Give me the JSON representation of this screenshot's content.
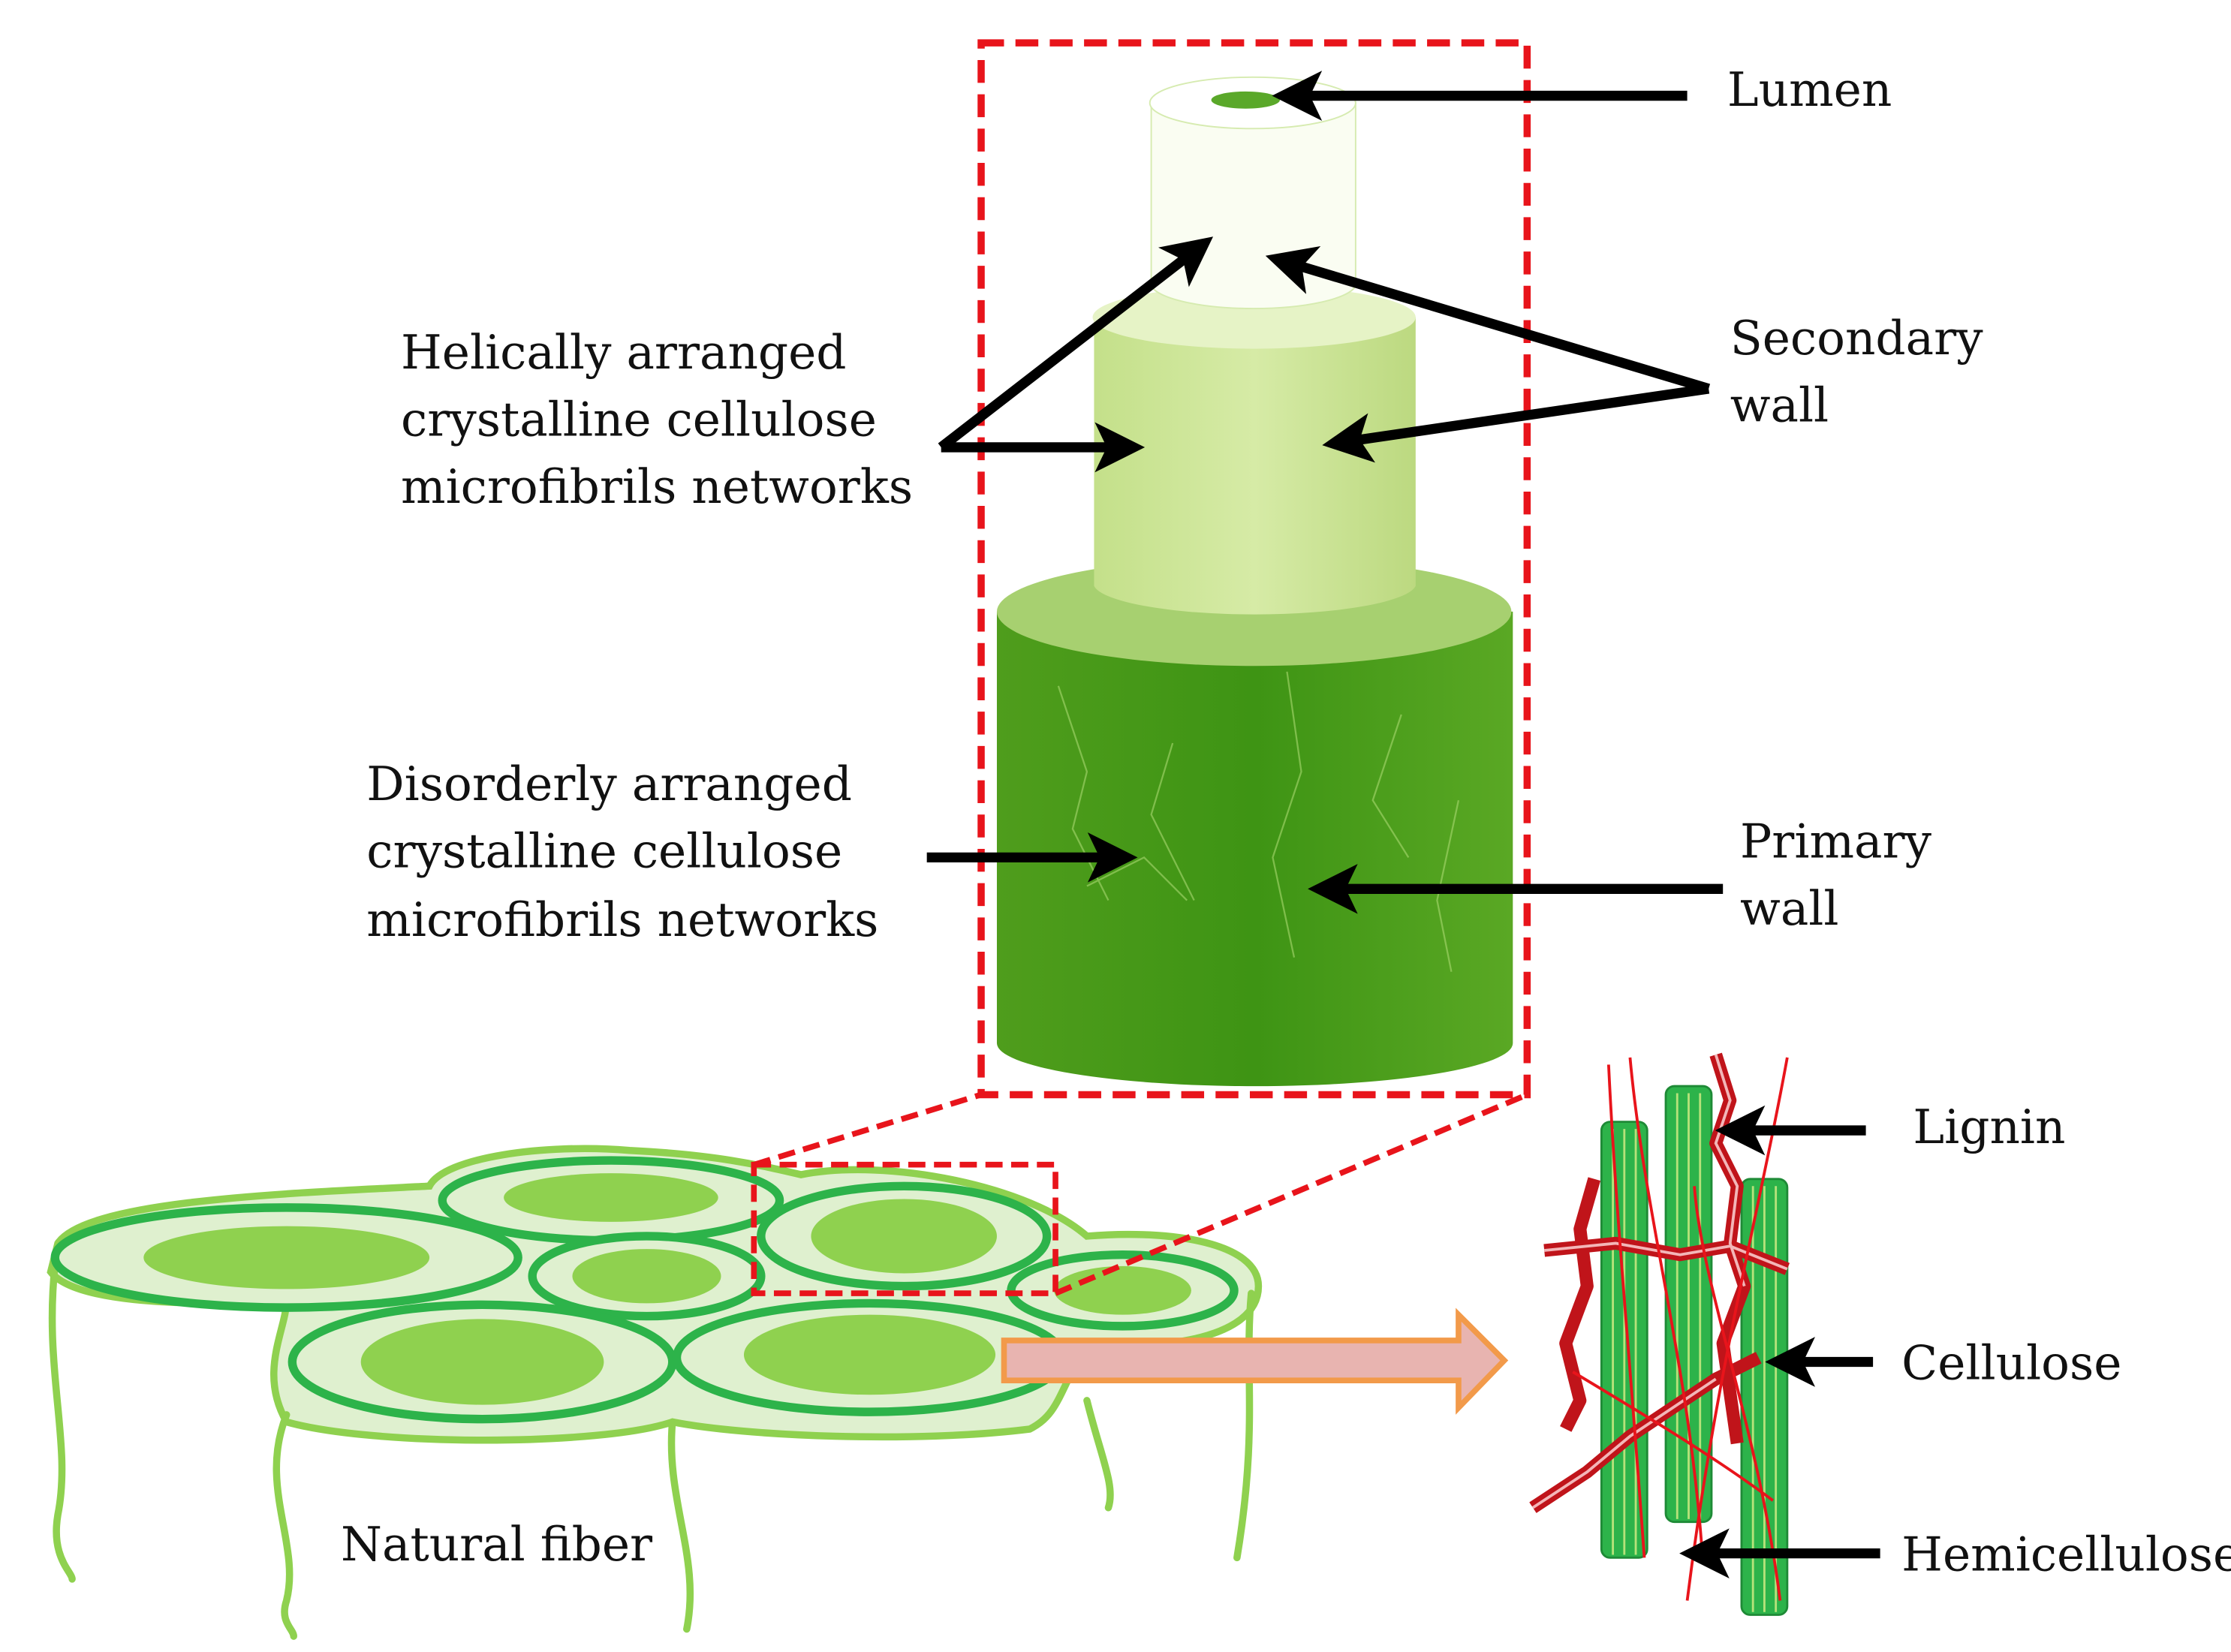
{
  "labels": {
    "lumen": "Lumen",
    "secondary_wall_1": "Secondary",
    "secondary_wall_2": "wall",
    "primary_wall_1": "Primary",
    "primary_wall_2": "wall",
    "helical_1": "Helically arranged",
    "helical_2": "crystalline cellulose",
    "helical_3": "microfibrils networks",
    "disorderly_1": "Disorderly arranged",
    "disorderly_2": "crystalline cellulose",
    "disorderly_3": "microfibrils networks",
    "lignin": "Lignin",
    "cellulose": "Cellulose",
    "hemicellulose": "Hemicellulose",
    "natural_fiber": "Natural fiber"
  },
  "colors": {
    "dashed_box": "#e8141b",
    "dark_green": "#3a9a1a",
    "light_green": "#c8e89a",
    "cell_ring": "#2db34a",
    "cell_fill": "#dff0cf",
    "cell_core": "#8fd14f",
    "lignin": "#c0141a",
    "orange_arrow": "#f29a4a"
  }
}
